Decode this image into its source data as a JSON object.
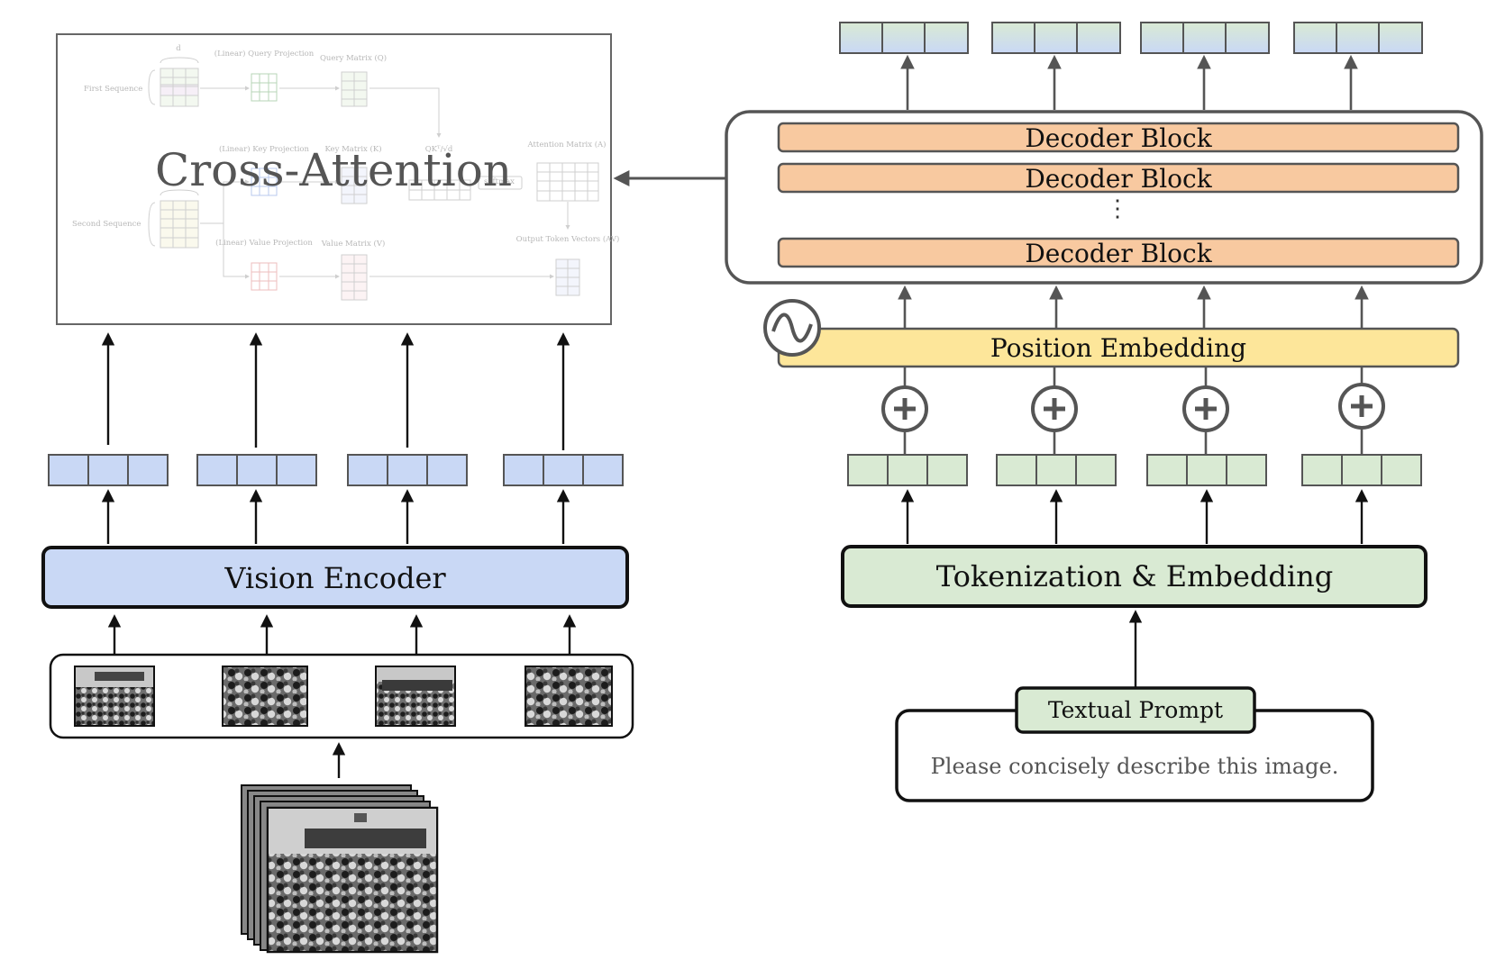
{
  "cross_attention": {
    "title": "Cross-Attention",
    "inner": {
      "d": "d",
      "first_sequence": "First Sequence",
      "second_sequence": "Second Sequence",
      "linear_query_projection": "(Linear) Query Projection",
      "query_matrix": "Query Matrix (Q)",
      "linear_key_projection": "(Linear) Key Projection",
      "key_matrix": "Key Matrix (K)",
      "qk": "QKᵀ/√d",
      "softmax": "softmax",
      "attention_matrix": "Attention Matrix (A)",
      "linear_value_projection": "(Linear) Value Projection",
      "value_matrix": "Value Matrix (V)",
      "output_token_vectors": "Output Token Vectors (AV)"
    }
  },
  "decoder": {
    "blocks": [
      "Decoder Block",
      "Decoder Block",
      "Decoder Block"
    ],
    "ellipsis": "⋮"
  },
  "position_embedding": {
    "label": "Position Embedding",
    "icon": "sine-wave-icon"
  },
  "vision_encoder": {
    "label": "Vision Encoder"
  },
  "tokenization": {
    "label": "Tokenization & Embedding"
  },
  "textual_prompt": {
    "title": "Textual Prompt",
    "text": "Please concisely describe this image."
  },
  "colors": {
    "vision_token": "#c9d8f5",
    "text_token": "#d9ead3",
    "decoder_block": "#f8c9a0",
    "position_embedding": "#fde69a",
    "output_top": "#d9ead3",
    "output_bottom": "#c9d8f5",
    "stroke": "#222222"
  }
}
